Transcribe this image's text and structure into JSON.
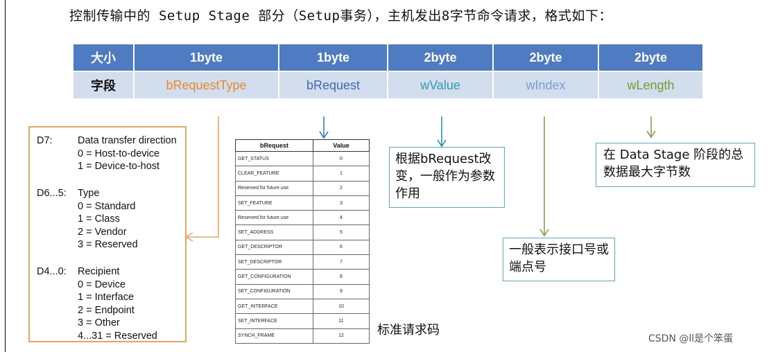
{
  "title": "控制传输中的 Setup Stage 部分（Setup事务），主机发出8字节命令请求，格式如下：",
  "header_table": {
    "size_label": "大小",
    "field_label": "字段",
    "sizes": [
      "1byte",
      "1byte",
      "2byte",
      "2byte",
      "2byte"
    ],
    "fields": [
      "bRequestType",
      "bRequest",
      "wValue",
      "wIndex",
      "wLength"
    ],
    "field_colors": [
      "#e8892e",
      "#3f6bb5",
      "#2e9ab5",
      "#7aa0cc",
      "#7a9a32"
    ]
  },
  "bRequestType_detail": {
    "groups": [
      {
        "bits": "D7:",
        "name": "Data transfer direction",
        "lines": [
          "0 = Host-to-device",
          "1 = Device-to-host"
        ]
      },
      {
        "bits": "D6...5:",
        "name": "Type",
        "lines": [
          "0 = Standard",
          "1 = Class",
          "2 = Vendor",
          "3 = Reserved"
        ]
      },
      {
        "bits": "D4...0:",
        "name": "Recipient",
        "lines": [
          "0 = Device",
          "1 = Interface",
          "2 = Endpoint",
          "3 = Other",
          "4...31 = Reserved"
        ]
      }
    ]
  },
  "request_table": {
    "headers": [
      "bRequest",
      "Value"
    ],
    "rows": [
      [
        "GET_STATUS",
        "0"
      ],
      [
        "CLEAR_FEATURE",
        "1"
      ],
      [
        "Reserved for future use",
        "2"
      ],
      [
        "SET_FEATURE",
        "3"
      ],
      [
        "Reserved for future use",
        "4"
      ],
      [
        "SET_ADDRESS",
        "5"
      ],
      [
        "GET_DESCRIPTOR",
        "6"
      ],
      [
        "SET_DESCRIPTOR",
        "7"
      ],
      [
        "GET_CONFIGURATION",
        "8"
      ],
      [
        "SET_CONFIGURATION",
        "9"
      ],
      [
        "GET_INTERFACE",
        "10"
      ],
      [
        "SET_INTERFACE",
        "11"
      ],
      [
        "SYNCH_FRAME",
        "12"
      ]
    ],
    "caption": "标准请求码"
  },
  "notes": {
    "wValue": "根据bRequest改变，一般作为参数作用",
    "wIndex": "一般表示接口号或端点号",
    "wLength": "在 Data Stage 阶段的总数据最大字节数"
  },
  "colors": {
    "header_blue": "#4f7bc2",
    "field_row": "#d2ddee",
    "orange": "#f0a35e",
    "note_border": "#4fb2cf",
    "arrow_blue": "#3b78b8",
    "arrow_teal": "#2e93b0",
    "arrow_olive": "#8e9a4c"
  },
  "watermark": "CSDN @ll是个笨蛋"
}
